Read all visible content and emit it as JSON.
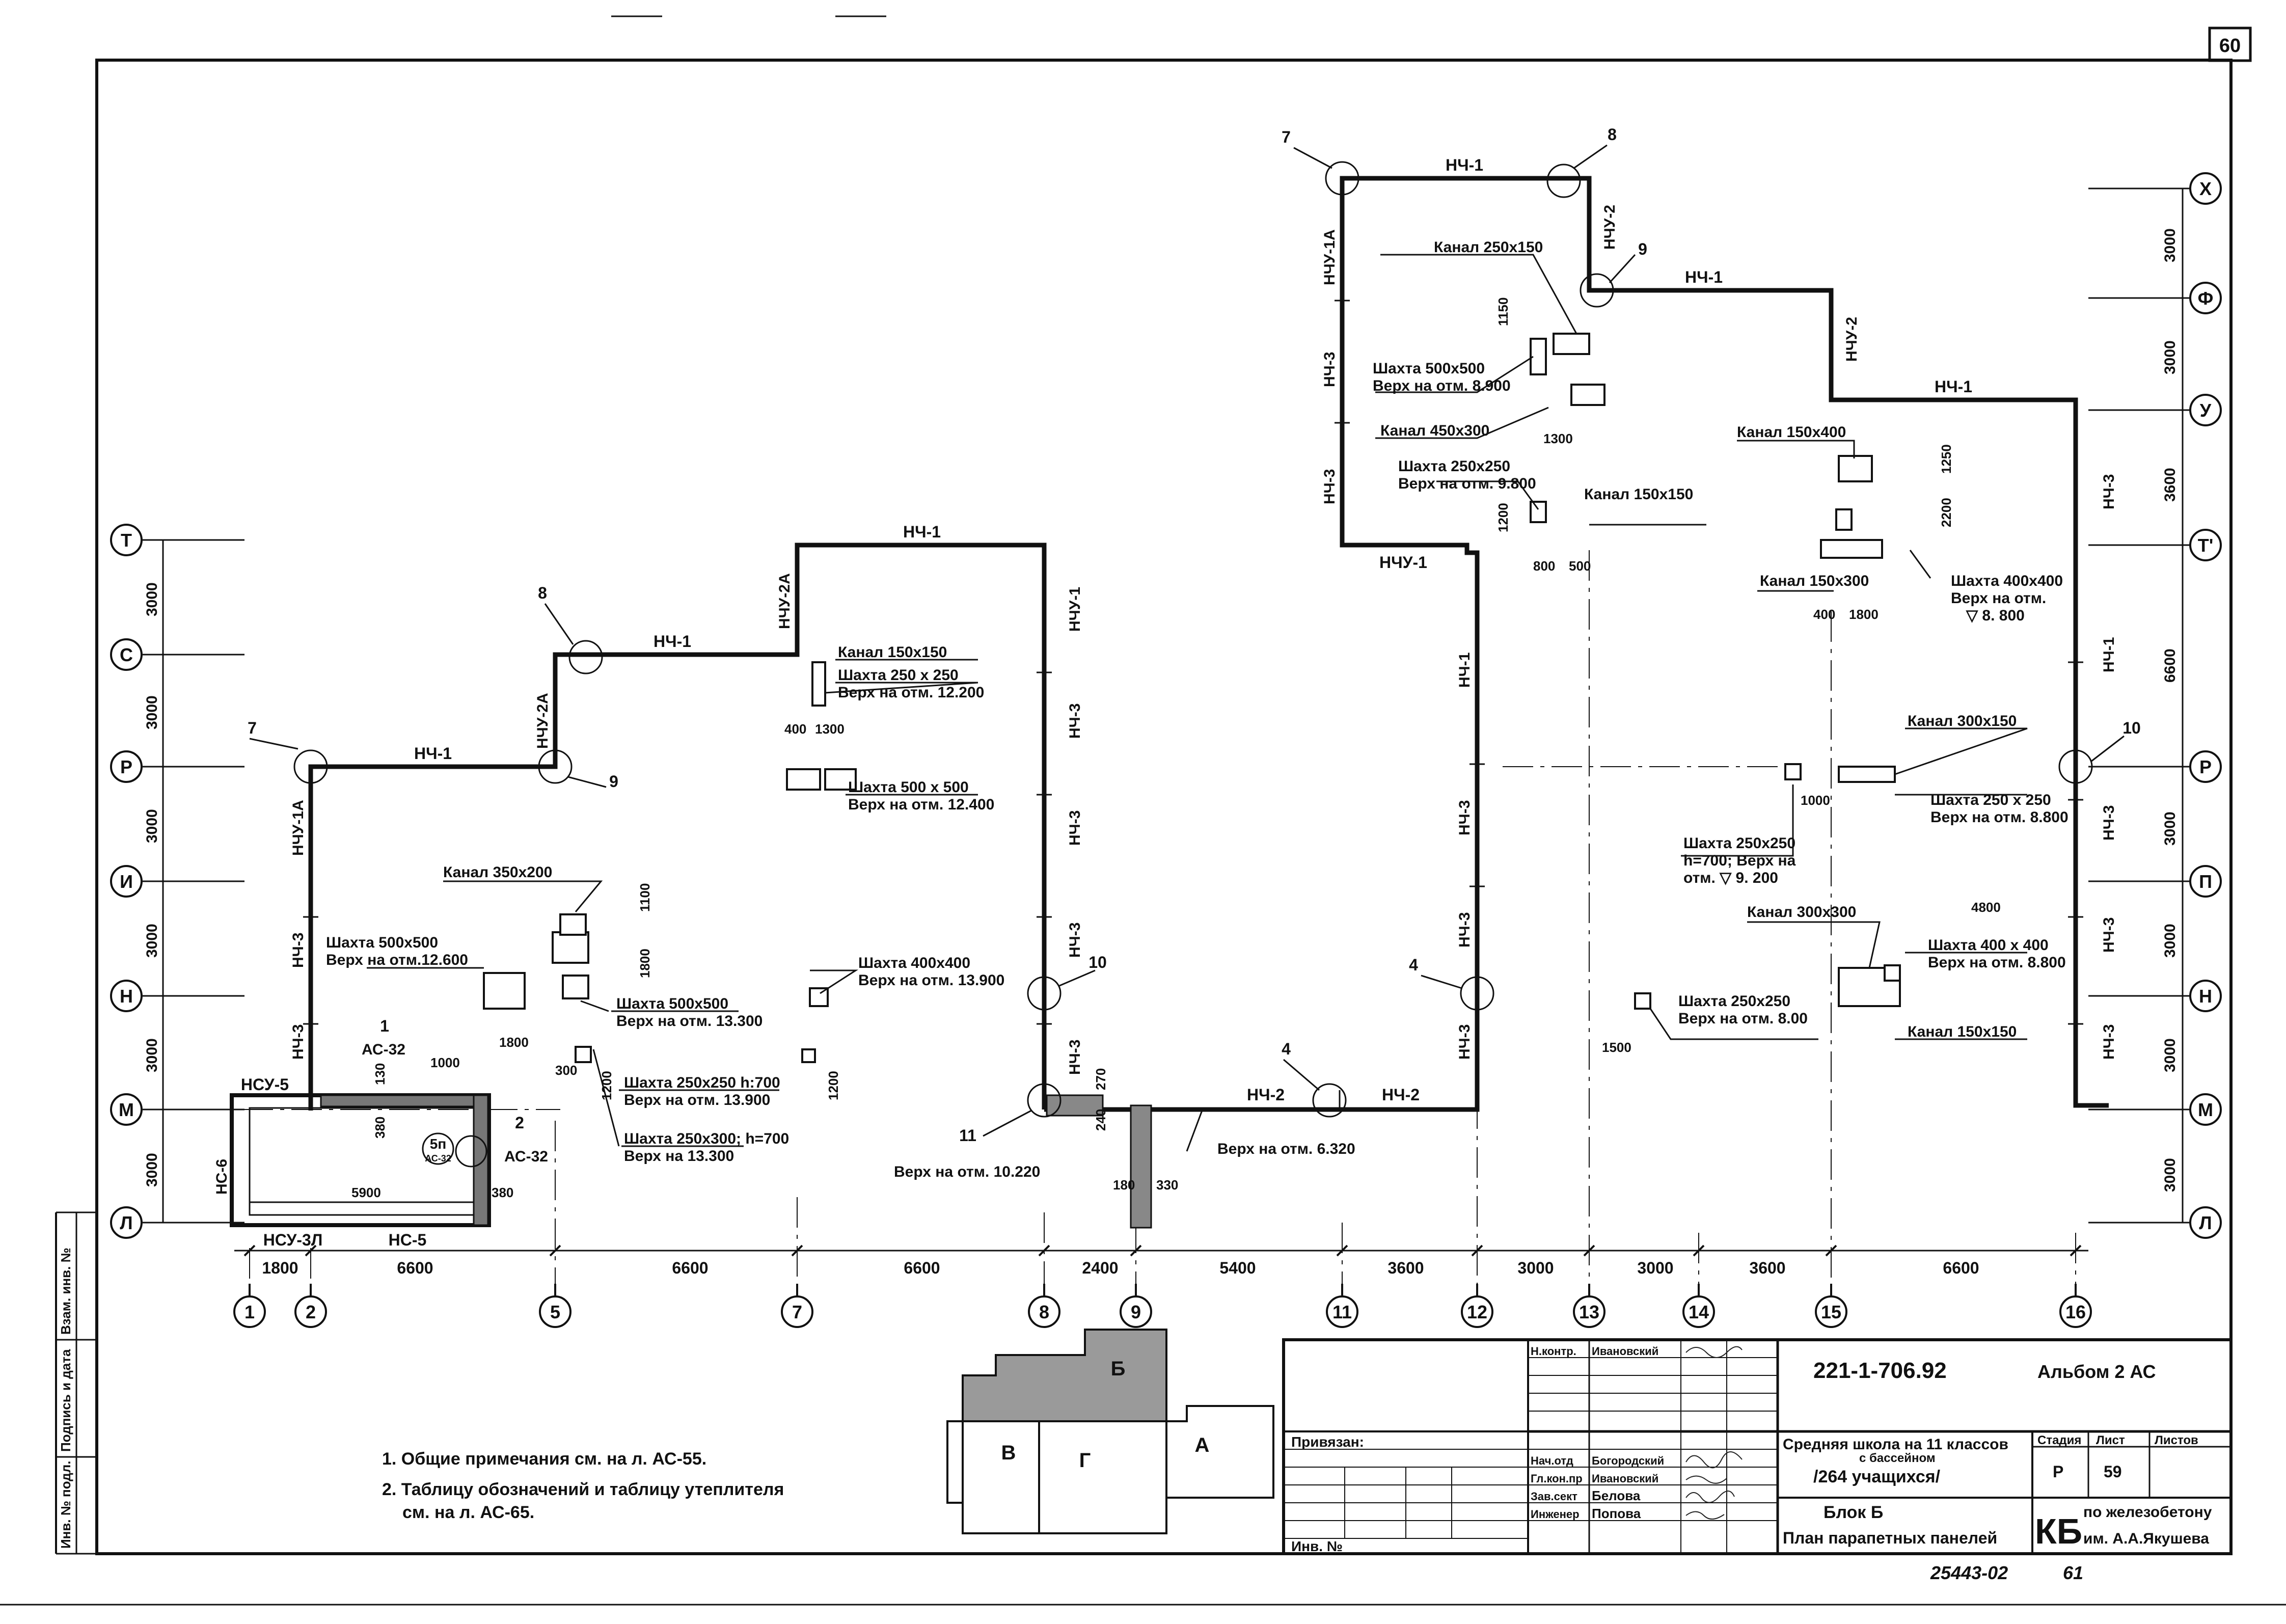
{
  "sheet_number": "60",
  "axes_horizontal": [
    {
      "label": "1"
    },
    {
      "label": "2"
    },
    {
      "label": "5"
    },
    {
      "label": "7"
    },
    {
      "label": "8"
    },
    {
      "label": "9"
    },
    {
      "label": "11"
    },
    {
      "label": "12"
    },
    {
      "label": "13"
    },
    {
      "label": "14"
    },
    {
      "label": "15"
    },
    {
      "label": "16"
    }
  ],
  "spans_horizontal": [
    "1800",
    "6600",
    "6600",
    "6600",
    "2400",
    "5400",
    "3600",
    "3000",
    "3000",
    "3600",
    "6600"
  ],
  "axes_left": [
    "Т",
    "С",
    "Р",
    "И",
    "Н",
    "М",
    "Л"
  ],
  "spans_left": [
    "3000",
    "3000",
    "3000",
    "3000",
    "3000",
    "3000"
  ],
  "axes_right": [
    "Х",
    "Ф",
    "У",
    "Т'",
    "Р",
    "П",
    "Н",
    "М",
    "Л"
  ],
  "spans_right": [
    "3000",
    "3000",
    "3600",
    "6600",
    "3000",
    "3000",
    "3000",
    "3000"
  ],
  "panels": {
    "nch1": "НЧ-1",
    "nch2": "НЧ-2",
    "nch3": "НЧ-3",
    "nchu1": "НЧУ-1",
    "nchu1a": "НЧУ-1А",
    "nchu2": "НЧУ-2",
    "nchu2a": "НЧУ-2А",
    "nsu5": "НСУ-5",
    "nsu3l": "НСУ-3Л",
    "ns5": "НС-5",
    "ns6": "НС-6"
  },
  "node_marks": {
    "n7": "7",
    "n8": "8",
    "n9": "9",
    "n10": "10",
    "n11": "11",
    "n4": "4",
    "n1": "1",
    "n2": "2",
    "n5p": "5п",
    "n5p_ref": "АС-32"
  },
  "annotations": {
    "ac32_a": "АС-32",
    "ac32_b": "АС-32",
    "kanal_350x200": "Канал 350х200",
    "shakhta_500_12600_a": "Шахта 500х500",
    "shakhta_500_12600_b": "Верх на отм.12.600",
    "shakhta_500_13300_a": "Шахта 500х500",
    "shakhta_500_13300_b": "Верх на отм. 13.300",
    "shakhta_250_700_a": "Шахта 250х250 h:700",
    "shakhta_250_700_b": "Верх на отм. 13.900",
    "shakhta_250x300_a": "Шахта 250х300; h=700",
    "shakhta_250x300_b": "Верх на 13.300",
    "shakhta_400_13900_a": "Шахта 400х400",
    "shakhta_400_13900_b": "Верх на отм. 13.900",
    "kanal_150x150_mid": "Канал 150х150",
    "shakhta_250_12200_a": "Шахта 250 х 250",
    "shakhta_250_12200_b": "Верх на отм. 12.200",
    "shakhta_500_12400_a": "Шахта 500 х 500",
    "shakhta_500_12400_b": "Верх на отм. 12.400",
    "verkh_10220": "Верх на отм. 10.220",
    "verkh_6320": "Верх на отм. 6.320",
    "kanal_250x150": "Канал 250х150",
    "shakhta_500_8900_a": "Шахта 500х500",
    "shakhta_500_8900_b": "Верх на отм. 8.900",
    "kanal_450x300": "Канал 450х300",
    "shakhta_250_9800_a": "Шахта 250х250",
    "shakhta_250_9800_b": "Верх на отм. 9.800",
    "kanal_150x150_top": "Канал 150х150",
    "kanal_150x400": "Канал 150х400",
    "kanal_150x300": "Канал 150х300",
    "shakhta_400_8800_top_a": "Шахта 400х400",
    "shakhta_400_8800_top_b": "Верх на отм.",
    "shakhta_400_8800_top_c": "▽ 8. 800",
    "kanal_300x150": "Канал 300х150",
    "shakhta_250_8800_a": "Шахта 250 х 250",
    "shakhta_250_8800_b": "Верх на отм. 8.800",
    "shakhta_250_9200_a": "Шахта 250х250",
    "shakhta_250_9200_b": "h=700; Верх на",
    "shakhta_250_9200_c": "отм. ▽ 9. 200",
    "kanal_300x300": "Канал 300х300",
    "shakhta_400_8800_bot_a": "Шахта 400 х 400",
    "shakhta_400_8800_bot_b": "Верх на отм. 8.800",
    "kanal_150x150_bot": "Канал 150х150",
    "shakhta_250_800_a": "Шахта 250х250",
    "shakhta_250_800_b": "Верх на отм. 8.00"
  },
  "dims_local": {
    "d1100": "1100",
    "d1800a": "1800",
    "d1000a": "1000",
    "d1800b": "1800",
    "d130": "130",
    "d380a": "380",
    "d5900": "5900",
    "d380b": "380",
    "d300": "300",
    "d1200a": "1200",
    "d1200b": "1200",
    "d400a": "400",
    "d1300a": "1300",
    "d270": "270",
    "d240": "240",
    "d180": "180",
    "d330": "330",
    "d1150": "1150",
    "d1300b": "1300",
    "d1200c": "1200",
    "d800": "800",
    "d500": "500",
    "d1250": "1250",
    "d2200": "2200",
    "d400b": "400",
    "d1800c": "1800",
    "d1000b": "1000",
    "d4800": "4800",
    "d1500": "1500"
  },
  "notes": {
    "note1": "1. Общие примечания см. на л. АС-55.",
    "note2a": "2. Таблицу обозначений   и таблицу утеплителя",
    "note2b": "см. на л. АС-65."
  },
  "key_plan": {
    "b": "Б",
    "v": "В",
    "g": "Г",
    "a": "А"
  },
  "side_stamp": {
    "a": "Инв. № подл.",
    "b": "Подпись и дата",
    "c": "Взам. инв. №"
  },
  "title_block": {
    "privyazan": "Привязан:",
    "inv_no": "Инв. №",
    "doc_code": "221-1-706.92",
    "album": "Альбом 2   АС",
    "n_kontr": "Н.контр.",
    "n_kontr_name": "Ивановский",
    "nach_otd": "Нач.отд",
    "nach_otd_name": "Богородский",
    "gl_kon": "Гл.кон.пр",
    "gl_kon_name": "Ивановский",
    "zav_sekt": "Зав.сект",
    "zav_sekt_name": "Белова",
    "inzhener": "Инженер",
    "inzhener_name": "Попова",
    "project_a": "Средняя школа на 11 классов",
    "project_b": "с бассейном",
    "project_c": "/264 учащихся/",
    "block": "Блок Б",
    "sheet_title": "План парапетных панелей",
    "stadiya_h": "Стадия",
    "list_h": "Лист",
    "listov_h": "Листов",
    "stadiya": "Р",
    "list": "59",
    "org_logo": "КБ",
    "org_a": "по железобетону",
    "org_b": "им. А.А.Якушева"
  },
  "bottom_codes": {
    "archive": "25443-02",
    "page": "61"
  }
}
